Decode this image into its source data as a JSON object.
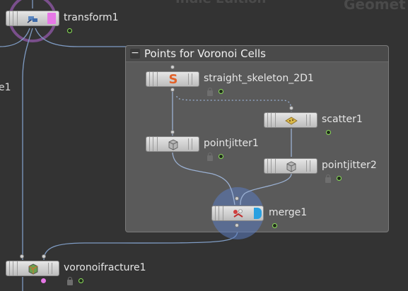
{
  "background_text": {
    "edition_fragment": "Indie Edition",
    "context_fragment": "Geomet",
    "left_label_fragment": "e1"
  },
  "network_box": {
    "title": "Points for Voronoi Cells",
    "collapse_symbol": "−"
  },
  "nodes": {
    "transform": {
      "name": "transform1",
      "icon": "transform-icon",
      "display_flag": "on"
    },
    "straight_skeleton": {
      "name": "straight_skeleton_2D1",
      "icon": "S",
      "icon_color": "#e2622a"
    },
    "scatter": {
      "name": "scatter1",
      "icon": "scatter-icon"
    },
    "pointjitter1": {
      "name": "pointjitter1",
      "icon": "box-icon"
    },
    "pointjitter2": {
      "name": "pointjitter2",
      "icon": "box-icon"
    },
    "merge": {
      "name": "merge1",
      "icon": "merge-icon",
      "selected": true
    },
    "voronoifracture": {
      "name": "voronoifracture1",
      "icon": "voronoi-icon"
    }
  },
  "colors": {
    "canvas": "#333333",
    "netbox": "#5a5a5a",
    "wire": "#7f9cc4",
    "status_green": "#8de05a",
    "flag_pink": "#e678e6",
    "selection_ring": "#7a4f8c",
    "merge_highlight": "#5b7cc0"
  }
}
